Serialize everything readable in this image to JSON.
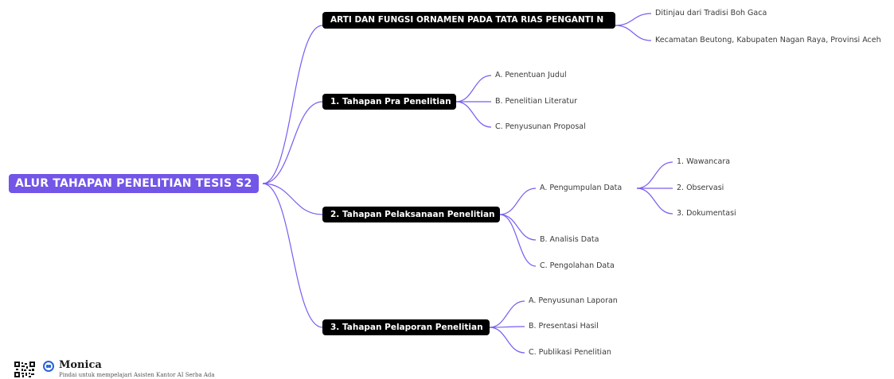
{
  "mindmap": {
    "root": "ALUR TAHAPAN PENELITIAN TESIS S2",
    "branches": [
      {
        "label": "ARTI DAN FUNGSI ORNAMEN PADA TATA RIAS PENGANTI N",
        "children": [
          {
            "label": "Ditinjau dari Tradisi Boh Gaca"
          },
          {
            "label": "Kecamatan Beutong, Kabupaten Nagan Raya, Provinsi Aceh"
          }
        ]
      },
      {
        "label": "1. Tahapan Pra Penelitian",
        "children": [
          {
            "label": "A. Penentuan Judul"
          },
          {
            "label": "B. Penelitian Literatur"
          },
          {
            "label": "C. Penyusunan Proposal"
          }
        ]
      },
      {
        "label": "2. Tahapan Pelaksanaan Penelitian",
        "children": [
          {
            "label": "A. Pengumpulan Data",
            "children": [
              {
                "label": "1. Wawancara"
              },
              {
                "label": "2. Observasi"
              },
              {
                "label": "3. Dokumentasi"
              }
            ]
          },
          {
            "label": "B. Analisis Data"
          },
          {
            "label": "C. Pengolahan Data"
          }
        ]
      },
      {
        "label": "3. Tahapan Pelaporan Penelitian",
        "children": [
          {
            "label": "A. Penyusunan Laporan"
          },
          {
            "label": "B. Presentasi Hasil"
          },
          {
            "label": "C. Publikasi Penelitian"
          }
        ]
      }
    ]
  },
  "footer": {
    "brand": "Monica",
    "tagline": "Pindai untuk mempelajari Asisten Kantor AI Serba Ada"
  },
  "colors": {
    "root_bg": "#7355e8",
    "branch_bg": "#000000",
    "connector": "#7b5cf0",
    "leaf_text": "#3a3a3a"
  }
}
